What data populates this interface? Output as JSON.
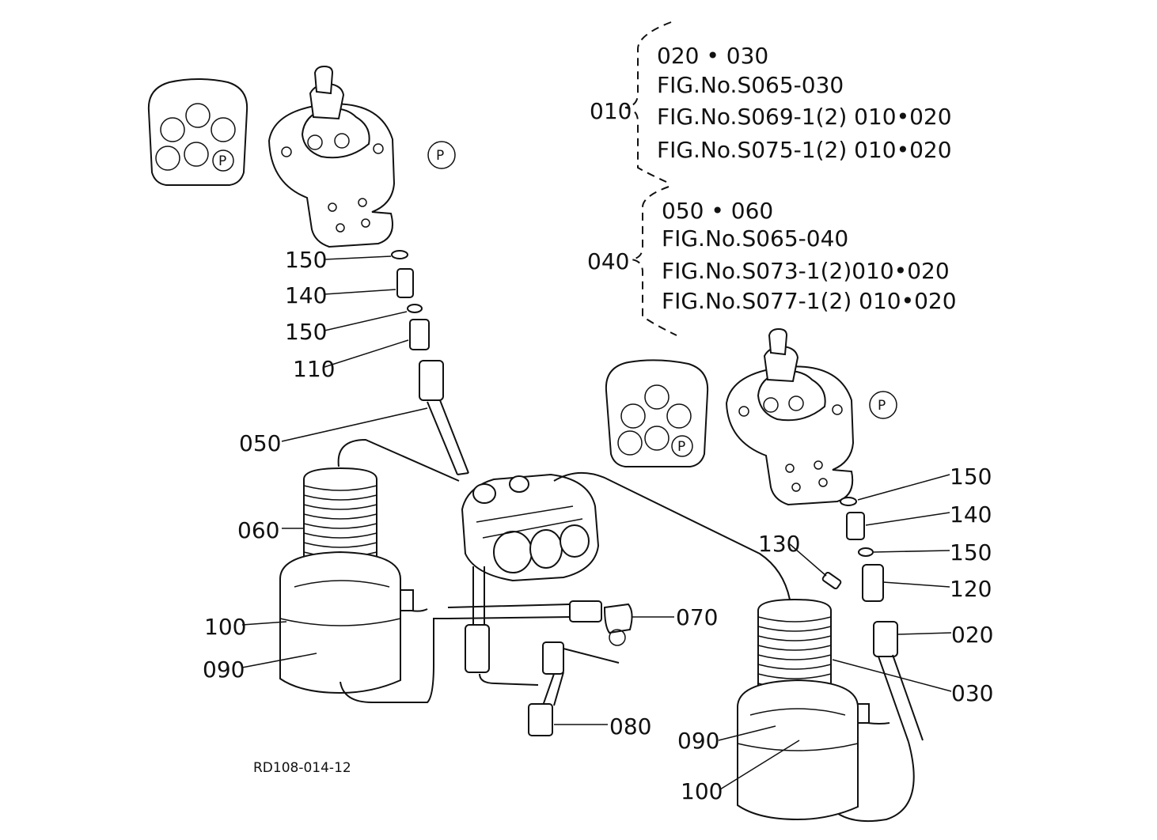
{
  "drawing_code": "RD108-014-12",
  "port_marker_label": "P",
  "groups": {
    "g010": {
      "number": "010",
      "lines": [
        "020 • 030",
        "FIG.No.S065-030",
        "FIG.No.S069-1(2)  010•020",
        "FIG.No.S075-1(2)  010•020"
      ]
    },
    "g040": {
      "number": "040",
      "lines": [
        "050 • 060",
        "FIG.No.S065-040",
        "FIG.No.S073-1(2)010•020",
        "FIG.No.S077-1(2) 010•020"
      ]
    }
  },
  "callouts": {
    "left": [
      "150",
      "140",
      "150",
      "110",
      "050",
      "060",
      "100",
      "090"
    ],
    "center": [
      "070",
      "080"
    ],
    "right": [
      "150",
      "140",
      "130",
      "150",
      "120",
      "020",
      "030",
      "090",
      "100"
    ]
  }
}
